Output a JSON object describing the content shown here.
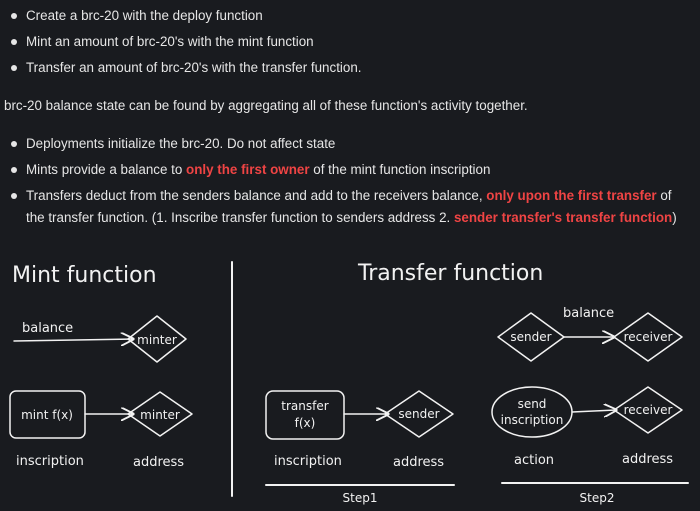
{
  "list1": [
    "Create a brc-20 with the deploy function",
    "Mint an amount of brc-20's with the mint function",
    "Transfer an amount of brc-20's with the transfer function."
  ],
  "paragraph": "brc-20 balance state can be found by aggregating all of these function's activity together.",
  "list2": {
    "item1": "Deployments initialize the brc-20. Do not affect state",
    "item2": {
      "before": "Mints provide a balance to ",
      "highlight": "only the first owner",
      "after": " of the mint function inscription"
    },
    "item3": {
      "part1": "Transfers deduct from the senders balance and add to the receivers balance, ",
      "highlight1": "only upon the first transfer",
      "part2": " of the transfer function. (1. Inscribe transfer function to senders address 2. ",
      "highlight2": "sender transfer's transfer function",
      "part3": ")"
    }
  },
  "colors": {
    "background": "#191b1f",
    "text": "#e6e6e6",
    "highlight": "#ef4444"
  },
  "diagram": {
    "mint_title": "Mint function",
    "transfer_title": "Transfer function",
    "mint_balance": "balance",
    "mint_minter_1": "minter",
    "mint_box": "mint f(x)",
    "mint_minter_2": "minter",
    "mint_label_inscription": "inscription",
    "mint_label_address": "address",
    "transfer_balance": "balance",
    "sender_top": "sender",
    "receiver_top": "receiver",
    "transfer_box_line1": "transfer",
    "transfer_box_line2": "f(x)",
    "sender_bottom": "sender",
    "send_line1": "send",
    "send_line2": "inscription",
    "receiver_bottom": "receiver",
    "label_inscription": "inscription",
    "label_address1": "address",
    "label_action": "action",
    "label_address2": "address",
    "step1": "Step1",
    "step2": "Step2"
  }
}
